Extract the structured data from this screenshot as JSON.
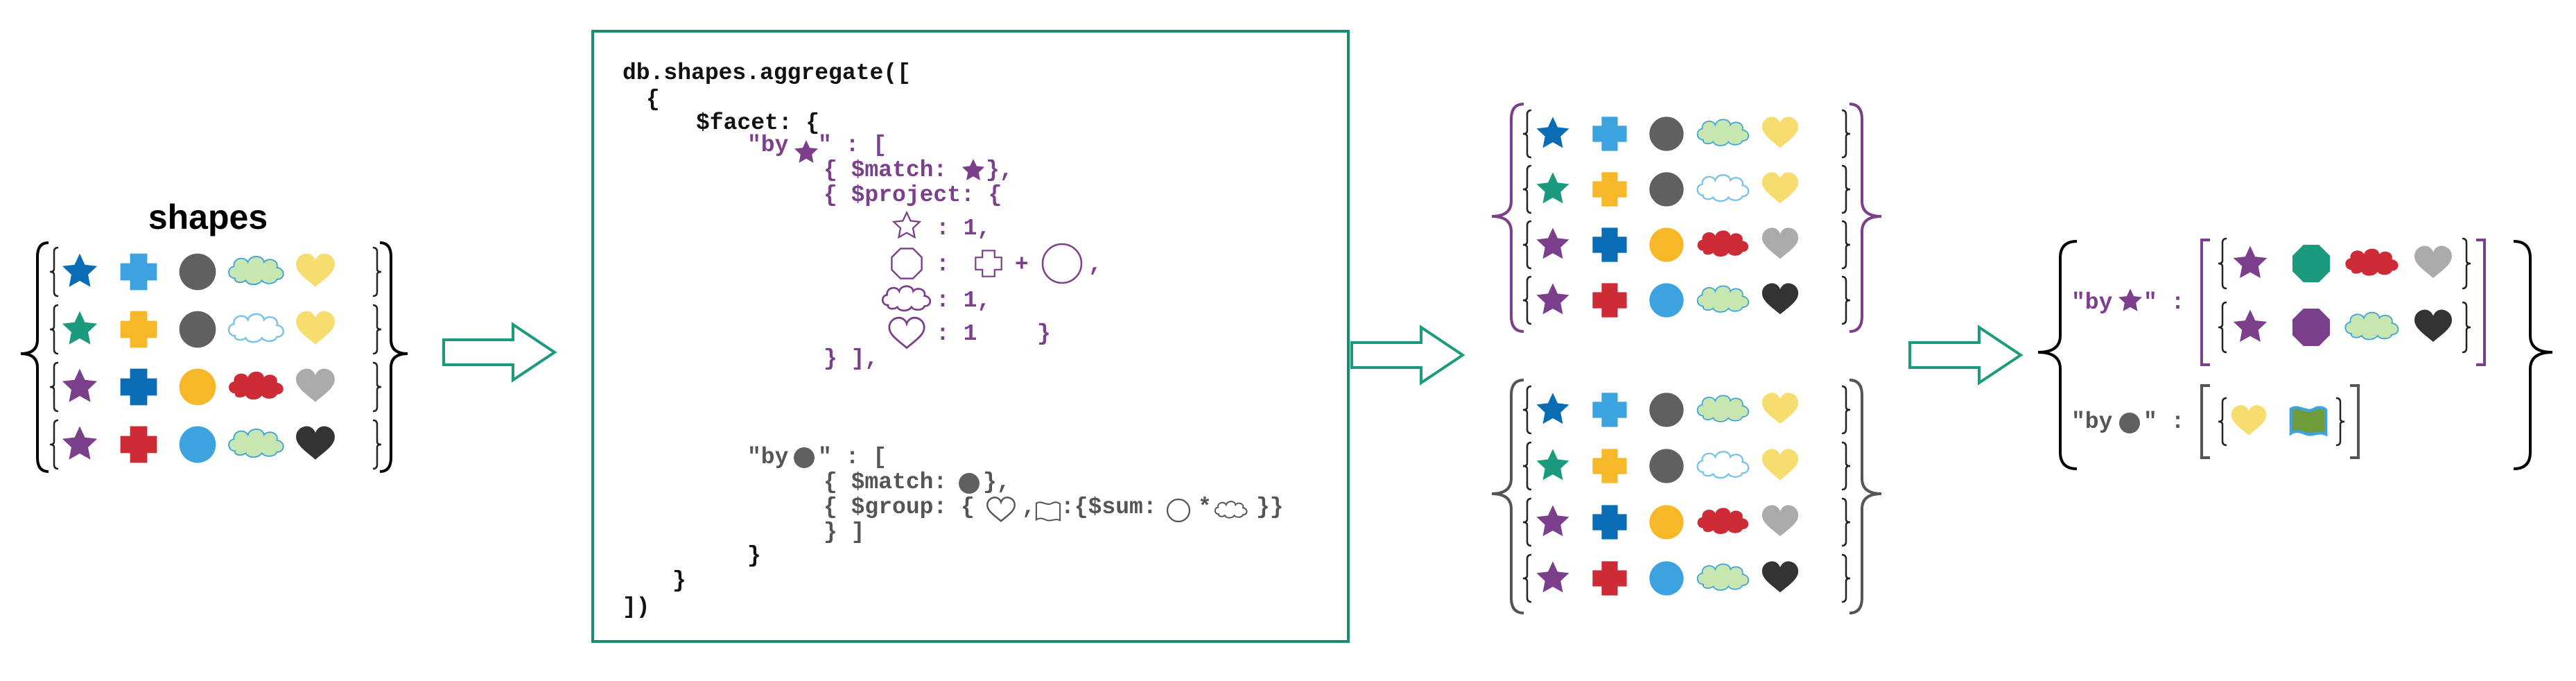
{
  "shapes_title": "shapes",
  "code": {
    "line1": "db.shapes.aggregate([",
    "line2": "{",
    "facet": "$facet: {",
    "by_star_open_a": "\"by",
    "by_star_open_b": "\" : [",
    "match_star": "{ $match:",
    "match_star_close": "},",
    "project": "{ $project: {",
    "proj_val_1": ": 1,",
    "proj_colon": ":",
    "proj_plus": "+",
    "proj_comma": ",",
    "proj_val_3": ": 1,",
    "proj_val_4": ": 1",
    "proj_close": "}",
    "stage_close": "} ],",
    "by_circle_open_a": "\"by",
    "by_circle_open_b": "\" : [",
    "match_circle": "{ $match:",
    "match_circle_close": "},",
    "group_a": "{ $group: {",
    "group_b": ",",
    "group_c": ":{$sum:",
    "group_d": "*",
    "group_e": "}}",
    "group_close": "} ]",
    "facet_close": "}",
    "obj_close": "}",
    "end": "])"
  },
  "result": {
    "by_star_label_a": "\"by",
    "by_star_label_b": "\" :",
    "by_circle_label_a": "\"by",
    "by_circle_label_b": "\" :"
  },
  "colors": {
    "purple": "#7b3f8c",
    "blue": "#0a6cb5",
    "light_blue": "#3da3de",
    "teal": "#1b9a7e",
    "gray": "#606060",
    "light_gray": "#ababab",
    "cloud_green_fill": "#c8e6b0",
    "cloud_blue_stroke": "#79c3e8",
    "yellow_heart": "#f7dc6f",
    "orange_yellow": "#f6b829",
    "red": "#cd2b36",
    "black": "#333333",
    "arrow_teal": "#1b9a7e",
    "box_border": "#1b8a6e",
    "olive": "#6f9b3a"
  },
  "grids": {
    "shapes_collection": [
      [
        "star-blue",
        "cross-lightblue",
        "circle-gray",
        "cloud-green",
        "heart-yellow"
      ],
      [
        "star-teal",
        "cross-yellow",
        "circle-gray",
        "cloud-outline",
        "heart-yellow"
      ],
      [
        "star-purple",
        "cross-blue",
        "circle-yellow",
        "cloud-red",
        "heart-gray"
      ],
      [
        "star-purple",
        "cross-red",
        "circle-lightblue",
        "cloud-green",
        "heart-black"
      ]
    ],
    "facet_input_1": [
      [
        "star-blue",
        "cross-lightblue",
        "circle-gray",
        "cloud-green",
        "heart-yellow"
      ],
      [
        "star-teal",
        "cross-yellow",
        "circle-gray",
        "cloud-outline",
        "heart-yellow"
      ],
      [
        "star-purple",
        "cross-blue",
        "circle-yellow",
        "cloud-red",
        "heart-gray"
      ],
      [
        "star-purple",
        "cross-red",
        "circle-lightblue",
        "cloud-green",
        "heart-black"
      ]
    ],
    "facet_input_2": [
      [
        "star-blue",
        "cross-lightblue",
        "circle-gray",
        "cloud-green",
        "heart-yellow"
      ],
      [
        "star-teal",
        "cross-yellow",
        "circle-gray",
        "cloud-outline",
        "heart-yellow"
      ],
      [
        "star-purple",
        "cross-blue",
        "circle-yellow",
        "cloud-red",
        "heart-gray"
      ],
      [
        "star-purple",
        "cross-red",
        "circle-lightblue",
        "cloud-green",
        "heart-black"
      ]
    ],
    "by_star_result": [
      [
        "star-purple",
        "octagon-teal",
        "cloud-red",
        "heart-gray"
      ],
      [
        "star-purple",
        "octagon-purple",
        "cloud-green",
        "heart-black"
      ]
    ],
    "by_circle_result": [
      [
        "heart-yellow",
        "flag-olive"
      ]
    ]
  }
}
